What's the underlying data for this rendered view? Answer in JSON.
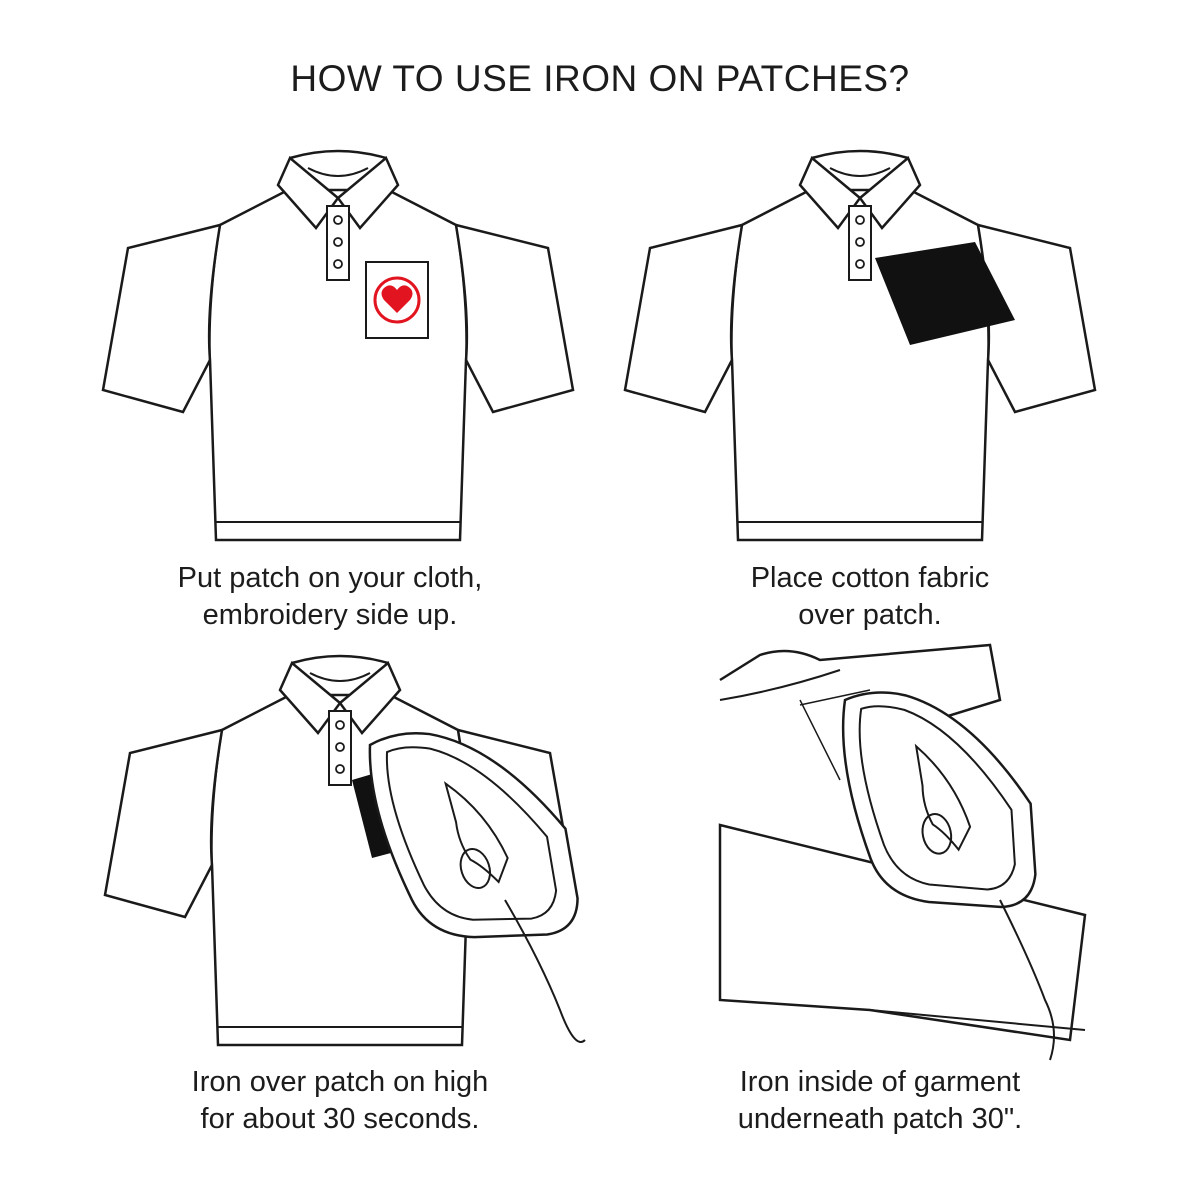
{
  "title": "HOW TO USE IRON ON PATCHES?",
  "colors": {
    "heart": "#e2141f",
    "line": "#1a1a1a",
    "fill": "#ffffff",
    "dark": "#111111"
  },
  "steps": [
    {
      "line1": "Put patch on your cloth,",
      "line2": "embroidery side up."
    },
    {
      "line1": "Place cotton fabric",
      "line2": "over patch."
    },
    {
      "line1": "Iron over patch on high",
      "line2": "for about 30 seconds."
    },
    {
      "line1": "Iron inside of garment",
      "line2": "underneath patch 30\"."
    }
  ]
}
